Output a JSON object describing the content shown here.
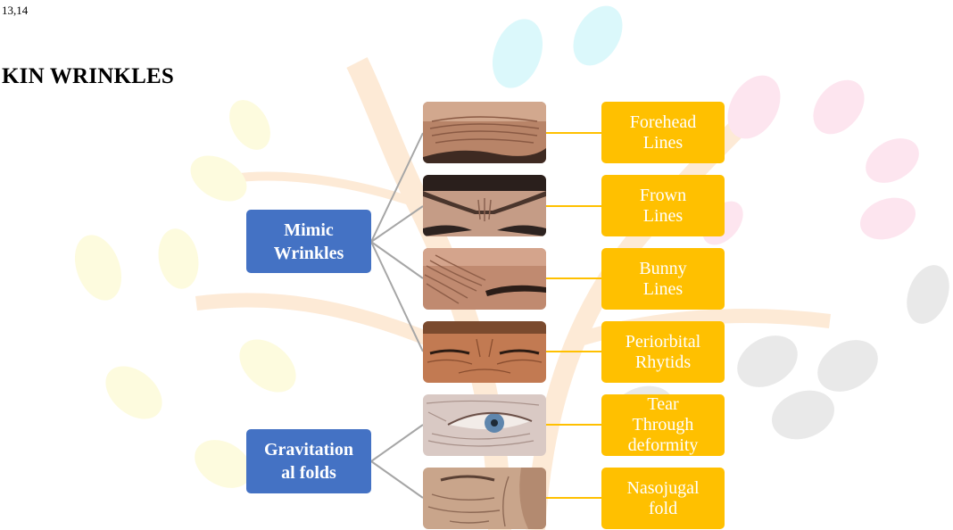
{
  "reference": "13,14",
  "heading": "KIN WRINKLES",
  "colors": {
    "blue": "#4472c4",
    "gold": "#ffc000",
    "connector": "#a6a6a6"
  },
  "groups": [
    {
      "label": "Mimic Wrinkles",
      "label_lines": [
        "Mimic",
        "Wrinkles"
      ]
    },
    {
      "label": "Gravitational folds",
      "label_lines": [
        "Gravitation",
        "al folds"
      ]
    }
  ],
  "items": [
    {
      "photo": "forehead-photo",
      "lines": [
        "Forehead",
        "Lines"
      ]
    },
    {
      "photo": "frown-photo",
      "lines": [
        "Frown",
        "Lines"
      ]
    },
    {
      "photo": "bunny-photo",
      "lines": [
        "Bunny",
        "Lines"
      ]
    },
    {
      "photo": "periorbital-photo",
      "lines": [
        "Periorbital",
        "Rhytids"
      ]
    },
    {
      "photo": "tear-trough-photo",
      "lines": [
        "Tear",
        "Through",
        "deformity"
      ]
    },
    {
      "photo": "nasojugal-photo",
      "lines": [
        "Nasojugal",
        "fold"
      ]
    }
  ]
}
